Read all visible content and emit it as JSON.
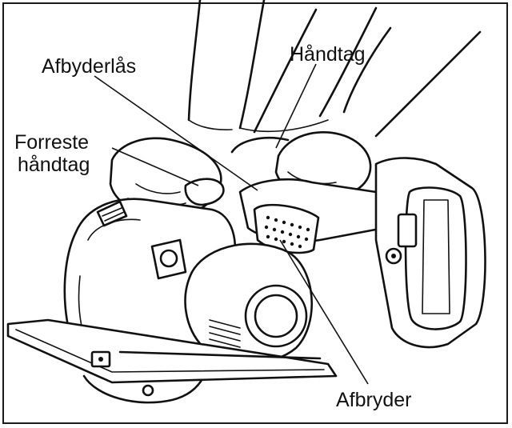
{
  "diagram": {
    "labels": {
      "switch_lock": "Afbyderlås",
      "handle": "Håndtag",
      "front_handle_line1": "Forreste",
      "front_handle_line2": "håndtag",
      "switch": "Afbryder"
    },
    "colors": {
      "line": "#111111",
      "background": "#ffffff"
    }
  }
}
